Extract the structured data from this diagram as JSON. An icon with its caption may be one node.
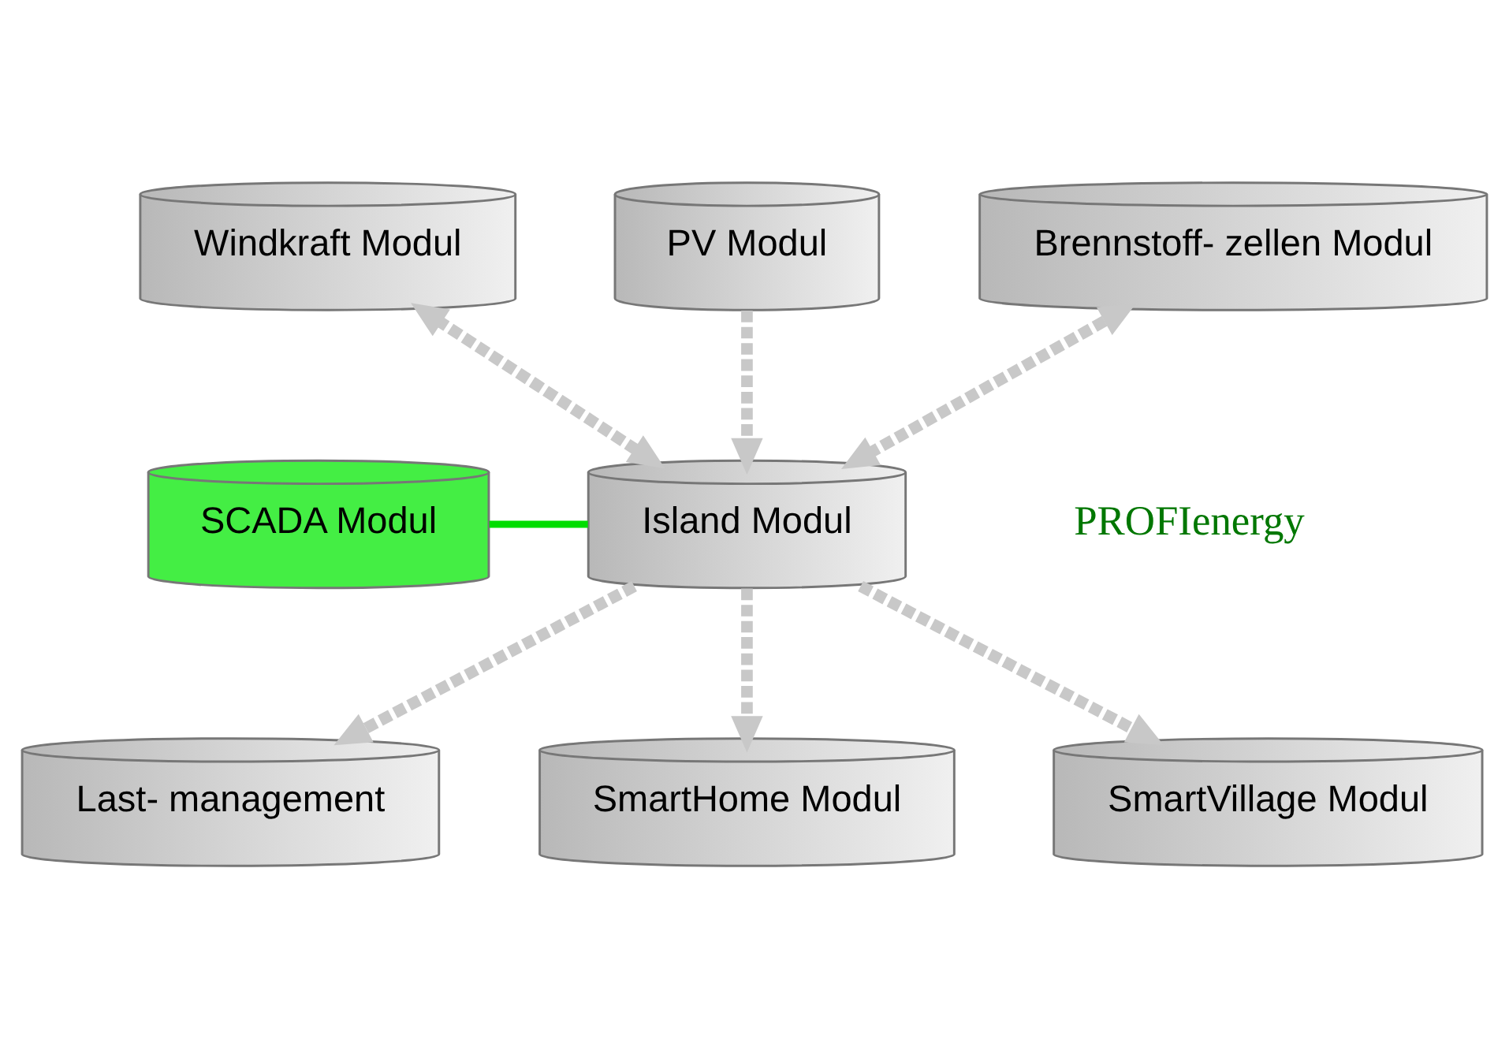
{
  "diagram": {
    "nodes": [
      {
        "text": [
          "Windkraft Modul"
        ]
      },
      {
        "text": [
          "PV Modul"
        ]
      },
      {
        "text": [
          "Brennstoff- zellen Modul"
        ]
      },
      {
        "text": [
          "SCADA Modul"
        ]
      },
      {
        "text": [
          "Island Modul"
        ]
      },
      {
        "text": [
          "Last- management"
        ]
      },
      {
        "text": [
          "SmartHome Modul"
        ]
      },
      {
        "text": [
          "SmartVillage Modul"
        ]
      }
    ],
    "edges": [
      {
        "from": 0,
        "to": 4,
        "arrow": "both",
        "style": "dashed"
      },
      {
        "from": 1,
        "to": 4,
        "arrow": "to",
        "style": "dashed"
      },
      {
        "from": 4,
        "to": 2,
        "arrow": "both",
        "style": "dashed"
      },
      {
        "from": 3,
        "to": 4,
        "arrow": "none",
        "color": "#00dd00"
      },
      {
        "from": 4,
        "to": 5,
        "arrow": "to",
        "style": "dashed"
      },
      {
        "from": 4,
        "to": 6,
        "arrow": "to",
        "style": "dashed"
      },
      {
        "from": 4,
        "to": 7,
        "arrow": "to",
        "style": "dashed"
      }
    ],
    "labels": [
      "PROFIenergy"
    ]
  }
}
